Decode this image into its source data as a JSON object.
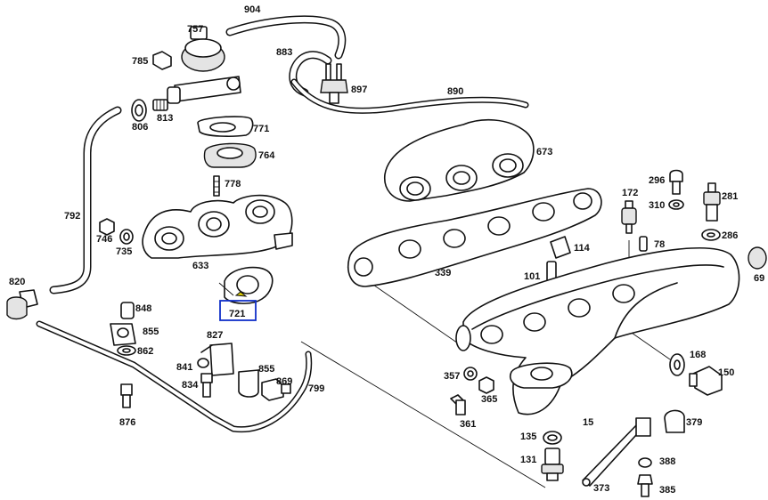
{
  "diagram": {
    "highlight": {
      "label": "721",
      "color": "#1030c8"
    },
    "callouts": [
      "904",
      "757",
      "785",
      "883",
      "897",
      "890",
      "806",
      "813",
      "771",
      "764",
      "673",
      "778",
      "792",
      "746",
      "735",
      "633",
      "296",
      "172",
      "281",
      "310",
      "78",
      "114",
      "286",
      "820",
      "339",
      "101",
      "69",
      "721",
      "848",
      "855",
      "862",
      "827",
      "841",
      "855",
      "834",
      "869",
      "799",
      "357",
      "365",
      "168",
      "150",
      "876",
      "361",
      "15",
      "379",
      "135",
      "131",
      "388",
      "373",
      "385"
    ]
  }
}
